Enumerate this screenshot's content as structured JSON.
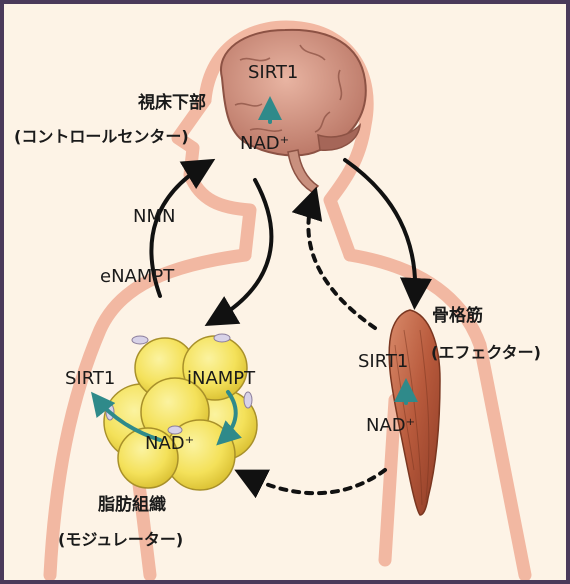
{
  "diagram": {
    "hypothalamus": {
      "name": "視床下部",
      "role": "(コントロールセンター)"
    },
    "skeletal_muscle": {
      "name": "骨格筋",
      "role": "(エフェクター)"
    },
    "adipose_tissue": {
      "name": "脂肪組織",
      "role": "(モジュレーター)"
    },
    "brain": {
      "upper": "SIRT1",
      "lower": "NAD⁺"
    },
    "muscle": {
      "upper": "SIRT1",
      "lower": "NAD⁺"
    },
    "fat": {
      "left": "SIRT1",
      "right": "iNAMPT",
      "center": "NAD⁺"
    },
    "signals": {
      "upper": "NMN",
      "lower": "eNAMPT"
    }
  },
  "colors": {
    "background": "#fdf3e6",
    "frame": "#4a3a5a",
    "body_outline": "#f2b8a2",
    "brain": "#c88a78",
    "muscle": "#b85a3c",
    "fat_cell": "#f4e15a",
    "teal_arrow": "#2f8a8a",
    "arrow": "#111111"
  }
}
